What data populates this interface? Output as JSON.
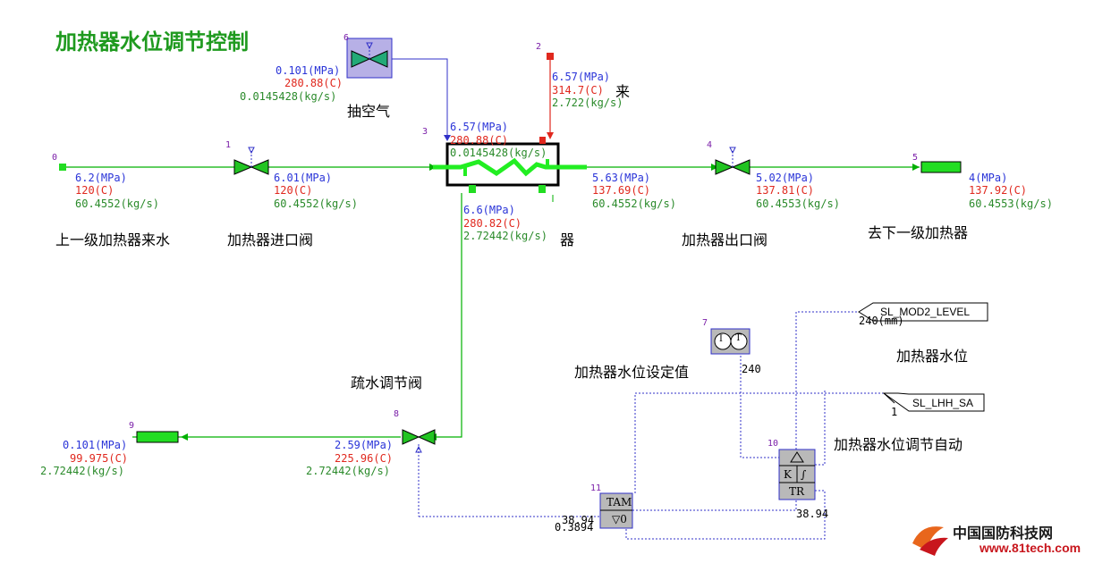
{
  "title": "加热器水位调节控制",
  "colors": {
    "pipe": "#00c000",
    "signal": "#3030c8",
    "steam": "#e0281e",
    "pressure": "#2a34d8",
    "temp": "#e0281e",
    "flow": "#2a8a2a"
  },
  "nodes": {
    "n0": {
      "id": "0",
      "p": "6.2(MPa)",
      "t": "120(C)",
      "f": "60.4552(kg/s)",
      "label": "上一级加热器来水"
    },
    "n1": {
      "id": "1",
      "p": "6.01(MPa)",
      "t": "120(C)",
      "f": "60.4552(kg/s)",
      "label": "加热器进口阀"
    },
    "n2": {
      "id": "2",
      "p": "6.57(MPa)",
      "t": "314.7(C)",
      "f": "2.722(kg/s)",
      "label": "来"
    },
    "n3": {
      "id": "3",
      "p": "6.57(MPa)",
      "t": "280.88(C)",
      "f": "0.0145428(kg/s)",
      "label": "器",
      "bp": "6.6(MPa)",
      "bt": "280.82(C)",
      "bf": "2.72442(kg/s)"
    },
    "n4": {
      "id": "4",
      "p": "5.63(MPa)",
      "t": "137.69(C)",
      "f": "60.4552(kg/s)",
      "label": "加热器出口阀"
    },
    "n4b": {
      "p": "5.02(MPa)",
      "t": "137.81(C)",
      "f": "60.4553(kg/s)"
    },
    "n5": {
      "id": "5",
      "p": "4(MPa)",
      "t": "137.92(C)",
      "f": "60.4553(kg/s)",
      "label": "去下一级加热器"
    },
    "n6": {
      "id": "6",
      "p": "0.101(MPa)",
      "t": "280.88(C)",
      "f": "0.0145428(kg/s)",
      "label": "抽空气"
    },
    "n7": {
      "id": "7",
      "label": "加热器水位设定值",
      "value": "240"
    },
    "n8": {
      "id": "8",
      "p": "2.59(MPa)",
      "t": "225.96(C)",
      "f": "2.72442(kg/s)",
      "label": "疏水调节阀"
    },
    "n9": {
      "id": "9",
      "p": "0.101(MPa)",
      "t": "99.975(C)",
      "f": "2.72442(kg/s)"
    },
    "n10": {
      "id": "10",
      "label": "加热器水位调节自动",
      "k": "K",
      "i": "∫",
      "tr": "TR",
      "out": "38.94"
    },
    "n11": {
      "id": "11",
      "tam": "TAM",
      "v": "▽0",
      "out1": "38.94",
      "out2": "0.3894"
    }
  },
  "tags": {
    "level": {
      "name": "SL_MOD2_LEVEL",
      "value": "240(mm)",
      "label": "加热器水位"
    },
    "auto": {
      "name": "SL_LHH_SA",
      "value": "1"
    }
  },
  "logo": {
    "cn": "中国国防科技网",
    "url": "www.81tech.com"
  }
}
